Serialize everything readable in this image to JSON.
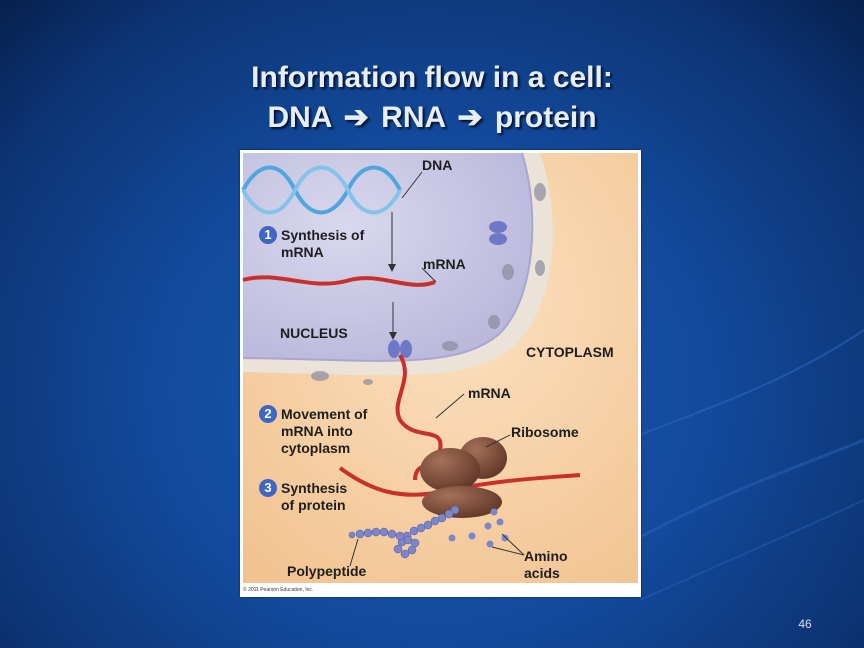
{
  "slide": {
    "title_line1": "Information flow in a cell:",
    "title_line2": {
      "part1": "DNA",
      "arrow1": "➔",
      "part2": "RNA",
      "arrow2": "➔",
      "part3": "protein"
    },
    "page_number": "46"
  },
  "figure": {
    "labels": {
      "dna": "DNA",
      "synthesis_mrna": "Synthesis of\nmRNA",
      "mrna_nucleus": "mRNA",
      "nucleus": "NUCLEUS",
      "cytoplasm": "CYTOPLASM",
      "mrna_cytoplasm": "mRNA",
      "movement": "Movement of\nmRNA into\ncytoplasm",
      "ribosome": "Ribosome",
      "synthesis_protein": "Synthesis\nof protein",
      "polypeptide": "Polypeptide",
      "amino_acids": "Amino\nacids"
    },
    "steps": [
      "1",
      "2",
      "3"
    ],
    "copyright": "© 2011 Pearson Education, Inc.",
    "colors": {
      "cytoplasm": "#f6cfa4",
      "nucleus": "#c9c8e3",
      "dna": "#4fa6dc",
      "mrna": "#c8302c",
      "ribosome": "#7b4a35",
      "amino": "#7c86c9"
    }
  }
}
